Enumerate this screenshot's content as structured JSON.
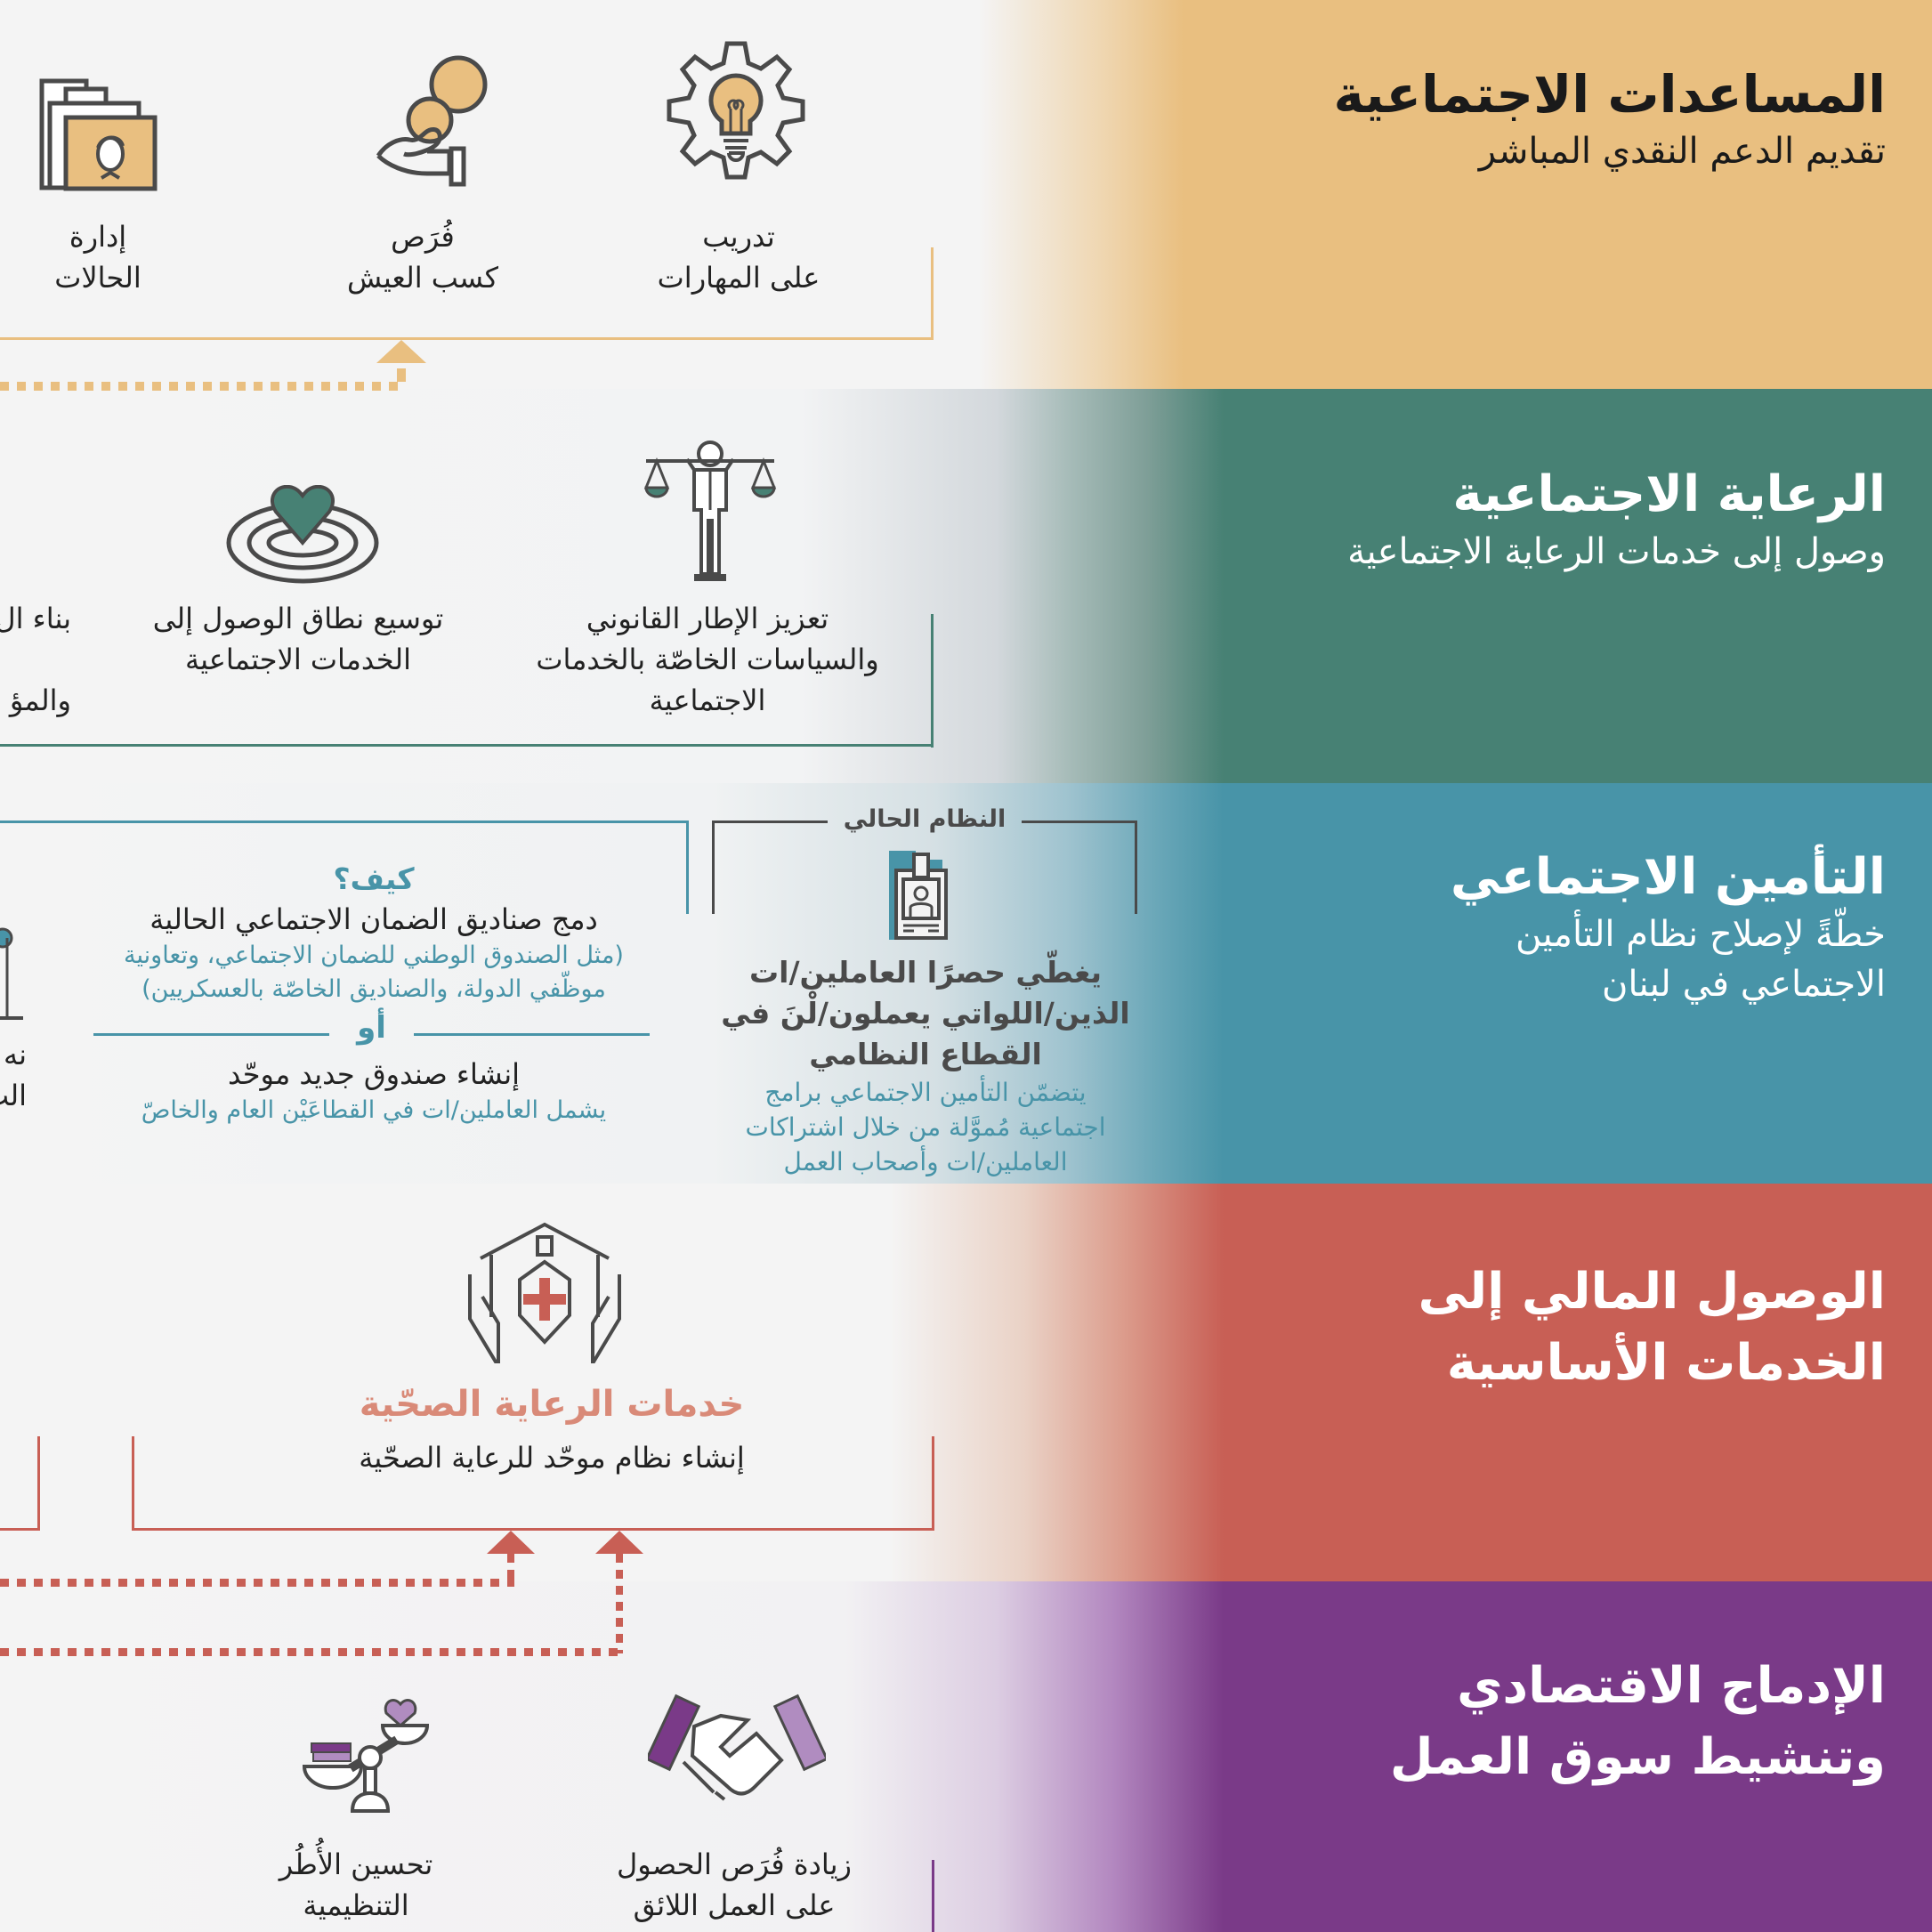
{
  "colors": {
    "gold": "#e9bf80",
    "teal": "#478174",
    "blue": "#4894a8",
    "red": "#c85f55",
    "purple": "#7a3a88",
    "dark": "#4a4a4a",
    "background": "#f4f4f4"
  },
  "bands": [
    {
      "id": "social-assistance",
      "title": "المساعدات الاجتماعية",
      "subtitle": "تقديم الدعم النقدي المباشر",
      "items": [
        {
          "icon": "gear-lightbulb-icon",
          "line1": "تدريب",
          "line2": "على المهارات"
        },
        {
          "icon": "hand-coins-icon",
          "line1": "فُرَص",
          "line2": "كسب العيش"
        },
        {
          "icon": "case-folder-icon",
          "line1": "إدارة",
          "line2": "الحالات"
        }
      ]
    },
    {
      "id": "social-welfare",
      "title": "الرعاية الاجتماعية",
      "subtitle": "وصول إلى خدمات الرعاية الاجتماعية",
      "items": [
        {
          "icon": "justice-scales-person-icon",
          "line1": "تعزيز الإطار القانوني",
          "line2": "والسياسات الخاصّة بالخدمات",
          "line3": "الاجتماعية"
        },
        {
          "icon": "heart-target-icon",
          "line1": "توسيع نطاق الوصول إلى",
          "line2": "الخدمات الاجتماعية"
        },
        {
          "icon": "none",
          "line1": "بناء ال",
          "line2": "",
          "line3": "والمؤ"
        }
      ]
    },
    {
      "id": "social-insurance",
      "title": "التأمين الاجتماعي",
      "subtitle_line1": "خطّةً لإصلاح نظام التأمين",
      "subtitle_line2": "الاجتماعي في لبنان",
      "current_system": {
        "label": "النظام الحالي",
        "icon": "id-badge-icon",
        "bold_line1": "يغطّي حصرًا العاملين/ات",
        "bold_line2": "الذين/اللواتي يعملون/لْنَ في",
        "bold_line3": "القطاع النظامي",
        "note_line1": "يتضمّن التأمين الاجتماعي برامج",
        "note_line2": "اجتماعية مُموَّلة من خلال اشتراكات",
        "note_line3": "العاملين/ات وأصحاب العمل"
      },
      "how": {
        "heading": "كيف؟",
        "option1": "دمج صناديق الضمان الاجتماعي الحالية",
        "option1_note_line1": "(مثل الصندوق الوطني للضمان الاجتماعي، وتعاونية",
        "option1_note_line2": "موظّفي الدولة، والصناديق الخاصّة بالعسكريين)",
        "or": "أو",
        "option2": "إنشاء صندوق جديد موحّد",
        "option2_note": "يشمل العاملين/ات في القطاعَيْن العام والخاصّ"
      },
      "cut_item": {
        "line1": "نه",
        "line2": "الت"
      }
    },
    {
      "id": "financial-access",
      "title_line1": "الوصول المالي إلى",
      "title_line2": "الخدمات الأساسية",
      "health": {
        "icon": "health-house-hands-icon",
        "title": "خدمات الرعاية الصحّية",
        "desc": "إنشاء نظام موحّد للرعاية الصحّية"
      }
    },
    {
      "id": "economic-inclusion",
      "title_line1": "الإدماج الاقتصادي",
      "title_line2": "وتنشيط سوق العمل",
      "items": [
        {
          "icon": "handshake-icon",
          "line1": "زيادة فُرَص الحصول",
          "line2": "على العمل اللائق"
        },
        {
          "icon": "balance-heart-books-icon",
          "line1": "تحسين الأُطُر",
          "line2": "التنظيمية"
        }
      ]
    }
  ]
}
